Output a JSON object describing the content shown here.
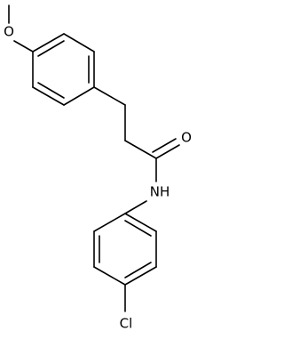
{
  "molecule": {
    "atoms": {
      "O_methoxy": "O",
      "O_carbonyl": "O",
      "NH": "NH",
      "Cl": "Cl"
    }
  }
}
